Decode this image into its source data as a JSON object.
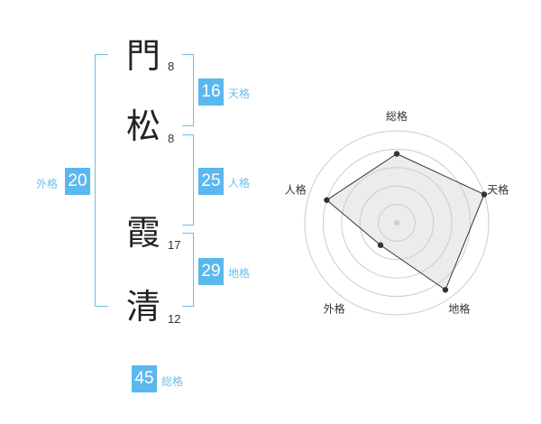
{
  "name_chars": [
    {
      "char": "門",
      "strokes": "8"
    },
    {
      "char": "松",
      "strokes": "8"
    },
    {
      "char": "霞",
      "strokes": "17"
    },
    {
      "char": "清",
      "strokes": "12"
    }
  ],
  "scores": {
    "tenkaku": {
      "value": "16",
      "label": "天格"
    },
    "jinkaku": {
      "value": "25",
      "label": "人格"
    },
    "chikaku": {
      "value": "29",
      "label": "地格"
    },
    "gaikaku": {
      "value": "20",
      "label": "外格"
    },
    "soukaku": {
      "value": "45",
      "label": "総格"
    }
  },
  "colors": {
    "accent": "#5ab8ee",
    "label": "#6ac0ee"
  },
  "chart_data": {
    "type": "radar",
    "axes": [
      "総格",
      "天格",
      "地格",
      "外格",
      "人格"
    ],
    "values": [
      0.75,
      1.0,
      0.9,
      0.3,
      0.8
    ],
    "rings": 5,
    "grid": true
  }
}
